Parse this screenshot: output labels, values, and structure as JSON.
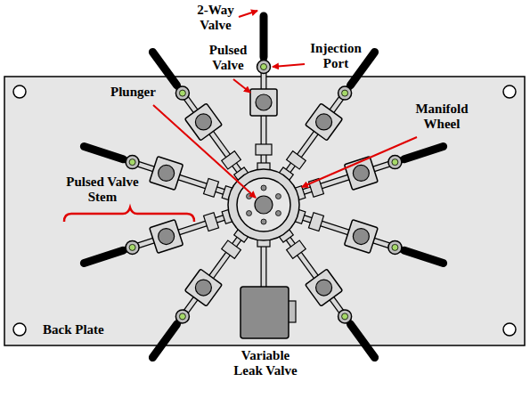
{
  "diagram": {
    "labels": [
      "2-Way Valve",
      "Pulsed Valve",
      "Injection Port",
      "Plunger",
      "Manifold Wheel",
      "Pulsed Valve Stem",
      "Back Plate",
      "Variable Leak Valve"
    ]
  }
}
